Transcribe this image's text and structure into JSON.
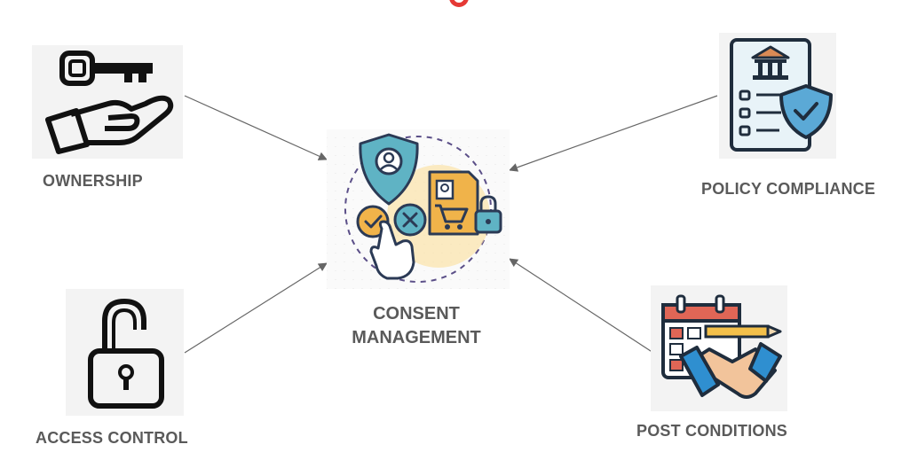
{
  "diagram": {
    "center": {
      "line1": "CONSENT",
      "line2": "MANAGEMENT",
      "icon": "consent-management-icon"
    },
    "nodes": [
      {
        "id": "ownership",
        "label": "OWNERSHIP",
        "icon": "key-hand-icon"
      },
      {
        "id": "policy",
        "label": "POLICY COMPLIANCE",
        "icon": "policy-document-shield-icon"
      },
      {
        "id": "access",
        "label": "ACCESS CONTROL",
        "icon": "padlock-icon"
      },
      {
        "id": "post",
        "label": "POST CONDITIONS",
        "icon": "calendar-handshake-icon"
      }
    ],
    "colors": {
      "label": "#5a5a5a",
      "arrow": "#666666",
      "accent_red": "#e53935",
      "teal": "#5fb3c4",
      "orange": "#f0b34a"
    }
  }
}
